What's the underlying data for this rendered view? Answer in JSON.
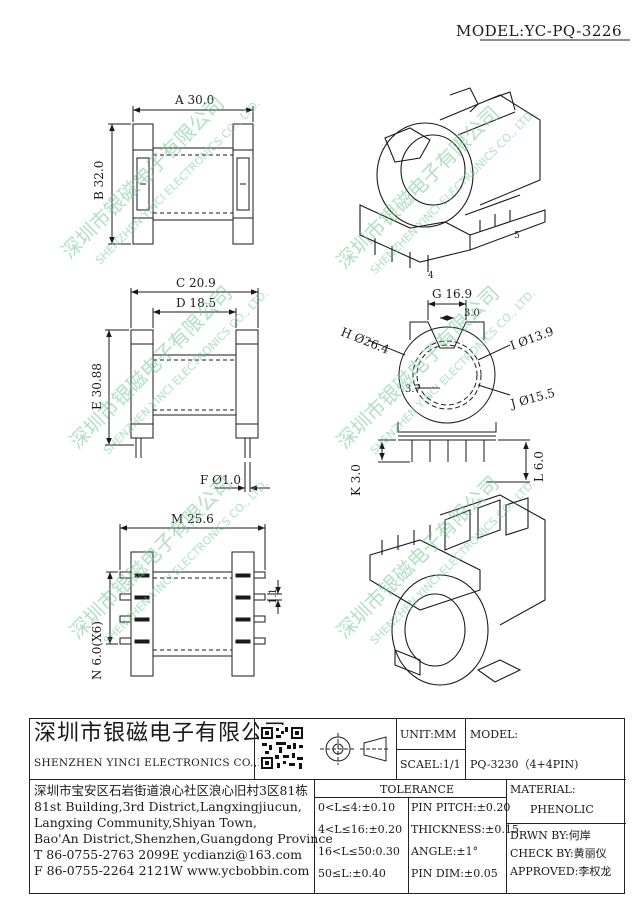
{
  "header": {
    "model_label": "MODEL:YC-PQ-3226"
  },
  "dimensions": {
    "a": "A 30.0",
    "b": "B 32.0",
    "c": "C 20.9",
    "d": "D 18.5",
    "e": "E 30.88",
    "f": "F Ø1.0",
    "g": "G 16.9",
    "g_sub": "3.0",
    "h": "H Ø26.4",
    "i": "I Ø13.9",
    "j": "J Ø15.5",
    "j_sub": "3.7",
    "k": "K 3.0",
    "l": "L 6.0",
    "m": "M 25.6",
    "n": "N 6.0(X6)",
    "n_sub": "1.1"
  },
  "watermark": {
    "cn": "深圳市银磁电子有限公司",
    "en": "SHENZHEN YINCI ELECTRONICS CO., LTD."
  },
  "pin_labels": {
    "p4": "4",
    "p5": "5"
  },
  "title_block": {
    "company_cn": "深圳市银磁电子有限公司",
    "company_en": "SHENZHEN YINCI ELECTRONICS CO.,LTD.",
    "unit": "UNIT:MM",
    "scale": "SCAEL:1/1",
    "model_label": "MODEL:",
    "model_value": "PQ-3230（4+4PIN)",
    "address": [
      "深圳市宝安区石岩街道浪心社区浪心旧村3区81栋",
      "81st Building,3rd District,Langxingjiucun,",
      "Langxing Community,Shiyan Town,",
      "Bao'An District,Shenzhen,Guangdong Province"
    ],
    "tel": "T 86-0755-2763 2099",
    "email": "E ycdianzi@163.com",
    "fax": "F 86-0755-2264 2121",
    "web": "W www.ycbobbin.com",
    "tolerance_header": "TOLERANCE",
    "tolerances_left": [
      "0<L≤4:±0.10",
      "4<L≤16:±0.20",
      "16<L≤50:0.30",
      "50≤L:±0.40"
    ],
    "tolerances_right": [
      "PIN PITCH:±0.20",
      "THICKNESS:±0.15",
      "ANGLE:±1°",
      "PIN DIM:±0.05"
    ],
    "material_label": "MATERIAL:",
    "material_value": "PHENOLIC",
    "drawn_by": "DRWN BY:何岸",
    "check_by": "CHECK BY:黄丽仪",
    "approved": "APPROVED:李权龙"
  }
}
